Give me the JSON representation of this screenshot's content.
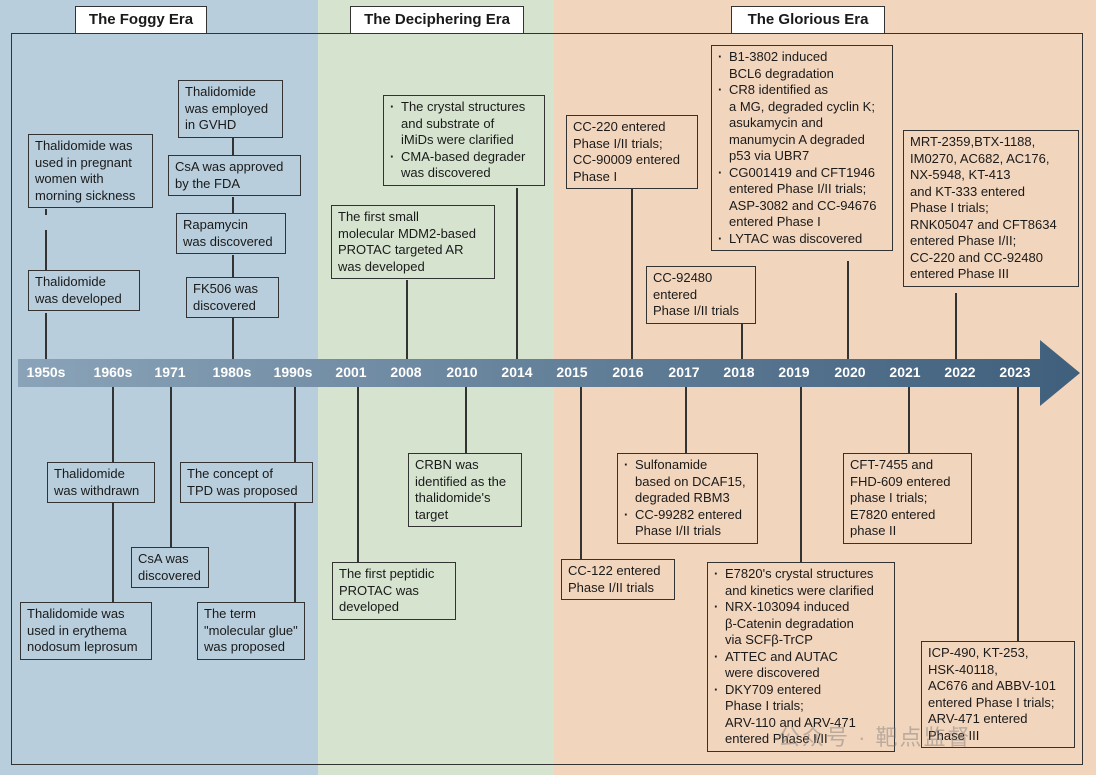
{
  "eras": [
    "The Foggy Era",
    "The Deciphering Era",
    "The Glorious Era"
  ],
  "years": [
    "1950s",
    "1960s",
    "1971",
    "1980s",
    "1990s",
    "2001",
    "2008",
    "2010",
    "2014",
    "2015",
    "2016",
    "2017",
    "2018",
    "2019",
    "2020",
    "2021",
    "2022",
    "2023"
  ],
  "above": {
    "e1950s_pregnant": [
      "Thalidomide was",
      "used in pregnant",
      "women with",
      "morning sickness"
    ],
    "e1950s_developed": [
      "Thalidomide",
      "was developed"
    ],
    "e1980s_gvhd": [
      "Thalidomide",
      "was employed",
      "in GVHD"
    ],
    "e1980s_csa_fda": [
      "CsA was approved",
      "by the FDA"
    ],
    "e1980s_rapamycin": [
      "Rapamycin",
      "was discovered"
    ],
    "e1980s_fk506": [
      "FK506 was",
      "discovered"
    ],
    "e2008_protac": [
      "The first small",
      "molecular MDM2-based",
      "PROTAC targeted AR",
      "was developed"
    ],
    "e2014_bullets": [
      [
        "The crystal structures",
        "and substrate of",
        "iMiDs were clarified"
      ],
      [
        "CMA-based degrader",
        "was discovered"
      ]
    ],
    "e2016_cc220": [
      "CC-220 entered",
      "Phase I/II trials;",
      "CC-90009 entered",
      "Phase I"
    ],
    "e2018_cc92480": [
      "CC-92480",
      "entered",
      "Phase I/II trials"
    ],
    "e2020_bullets": [
      [
        "B1-3802 induced",
        "BCL6 degradation"
      ],
      [
        "CR8 identified as",
        "a MG, degraded cyclin K;",
        "asukamycin and",
        "manumycin A degraded",
        "p53 via UBR7"
      ],
      [
        "CG001419 and CFT1946",
        "entered Phase I/II trials;",
        "ASP-3082 and CC-94676",
        "entered Phase I"
      ],
      [
        "LYTAC was discovered"
      ]
    ],
    "e2022_mrt": [
      "MRT-2359,BTX-1188,",
      "IM0270, AC682, AC176,",
      "NX-5948, KT-413",
      "and KT-333 entered",
      "Phase I trials;",
      "RNK05047 and CFT8634",
      "entered Phase I/II;",
      "CC-220 and CC-92480",
      "entered Phase III"
    ]
  },
  "below": {
    "e1960s_withdrawn": [
      "Thalidomide",
      "was withdrawn"
    ],
    "e1960s_erythema": [
      "Thalidomide was",
      "used in erythema",
      "nodosum leprosum"
    ],
    "e1971_csa": [
      "CsA was",
      "discovered"
    ],
    "e1990s_tpd": [
      "The concept of",
      "TPD was proposed"
    ],
    "e1990s_glue": [
      "The term",
      "\"molecular glue\"",
      "was proposed"
    ],
    "e2001_peptidic": [
      "The first peptidic",
      "PROTAC was",
      "developed"
    ],
    "e2010_crbn": [
      "CRBN was",
      "identified as the",
      "thalidomide's",
      "target"
    ],
    "e2015_cc122": [
      "CC-122 entered",
      "Phase I/II trials"
    ],
    "e2017_bullets": [
      [
        "Sulfonamide",
        "based on DCAF15,",
        "degraded RBM3"
      ],
      [
        "CC-99282 entered",
        "Phase I/II trials"
      ]
    ],
    "e2019_bullets": [
      [
        "E7820's crystal structures",
        "and kinetics were clarified"
      ],
      [
        "NRX-103094 induced",
        "β-Catenin degradation",
        "via SCFβ-TrCP"
      ],
      [
        "ATTEC and AUTAC",
        "were discovered"
      ],
      [
        "DKY709 entered",
        "Phase I trials;",
        "ARV-110 and ARV-471",
        "entered Phase I/II"
      ]
    ],
    "e2021_cft": [
      "CFT-7455 and",
      "FHD-609 entered",
      "phase I trials;",
      "E7820 entered",
      "phase II"
    ],
    "e2023_icp": [
      "ICP-490, KT-253,",
      "HSK-40118,",
      "AC676 and ABBV-101",
      "entered Phase I trials;",
      "ARV-471 entered",
      "Phase III"
    ]
  },
  "watermark": "公众号 · 靶点监督",
  "colors": {
    "foggy": "#b8cedc",
    "deciphering": "#d5e3cf",
    "glorious": "#f2d5bd",
    "arrow": "#4a6a86"
  }
}
